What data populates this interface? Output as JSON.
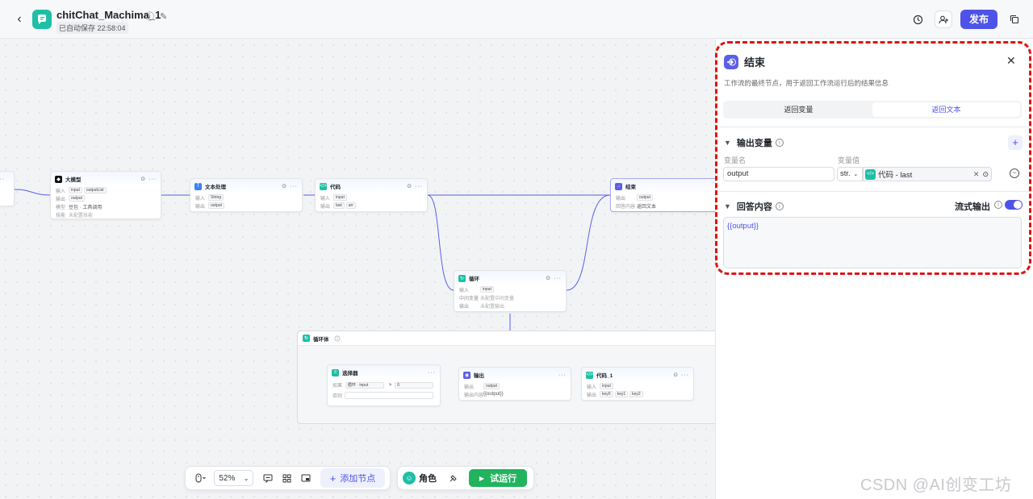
{
  "header": {
    "title": "chitChat_Machima_1",
    "autosave": "已自动保存 22:58:04",
    "publish_label": "发布"
  },
  "canvas": {
    "nodes": {
      "llm": {
        "title": "大模型",
        "rows": [
          [
            "输入",
            "input",
            "outputList"
          ],
          [
            "输出",
            "output"
          ],
          [
            "模型",
            "豆包 · 工具调用"
          ],
          [
            "技能",
            "未配置技能"
          ]
        ]
      },
      "text": {
        "title": "文本处理",
        "rows": [
          [
            "输入",
            "String"
          ],
          [
            "输出",
            "output"
          ]
        ]
      },
      "code": {
        "title": "代码",
        "rows": [
          [
            "输入",
            "input"
          ],
          [
            "输出",
            "last",
            "arr"
          ]
        ]
      },
      "end": {
        "title": "结束",
        "rows": [
          [
            "输出",
            "output"
          ],
          [
            "回答内容",
            "返回文本"
          ]
        ]
      },
      "loop": {
        "title": "循环",
        "rows": [
          [
            "输入",
            "input"
          ],
          [
            "中间变量",
            "未配置中间变量"
          ],
          [
            "输出",
            "未配置输出"
          ]
        ]
      },
      "loop_body": {
        "title": "循环体"
      },
      "selector": {
        "title": "选择器",
        "rows": [
          [
            "如果",
            "循环 · input",
            ">",
            "0"
          ],
          [
            "否则",
            ""
          ]
        ]
      },
      "output": {
        "title": "输出",
        "rows": [
          [
            "输出",
            "output"
          ],
          [
            "输出内容",
            "{{output}}"
          ]
        ]
      },
      "code1": {
        "title": "代码_1",
        "rows": [
          [
            "输入",
            "input"
          ],
          [
            "输出",
            "key0",
            "key1",
            "key2"
          ]
        ]
      }
    }
  },
  "toolbar": {
    "zoom": "52%",
    "add_node": "添加节点",
    "role": "角色",
    "run": "试运行"
  },
  "panel": {
    "title": "结束",
    "description": "工作流的最终节点，用于返回工作流运行后的结果信息",
    "tabs": [
      "返回变量",
      "返回文本"
    ],
    "active_tab": 1,
    "output_section": "输出变量",
    "col_name": "变量名",
    "col_value": "变量值",
    "var_name": "output",
    "var_type": "str.",
    "ref_value": "代码 - last",
    "answer_section": "回答内容",
    "stream_label": "流式输出",
    "answer_text": "{{output}}"
  },
  "watermark": "CSDN @AI创变工坊",
  "colors": {
    "accent": "#4d53e8",
    "teal": "#1ebfa5",
    "run_green": "#22b35e",
    "highlight_red": "#e01414"
  }
}
